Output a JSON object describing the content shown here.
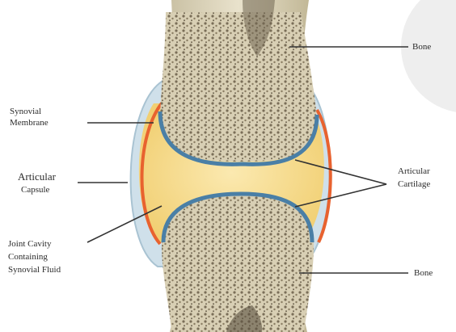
{
  "labels": {
    "bone_top": "Bone",
    "synovial_membrane_1": "Synovial",
    "synovial_membrane_2": "Membrane",
    "articular_capsule_1": "Articular",
    "articular_capsule_2": "Capsule",
    "articular_cartilage_1": "Articular",
    "articular_cartilage_2": "Cartilage",
    "joint_cavity_1": "Joint Cavity",
    "joint_cavity_2": "Containing",
    "joint_cavity_3": "Synovial Fluid",
    "bone_bottom": "Bone"
  },
  "colors": {
    "bone": "#d8cfb4",
    "bone_pores": "#6f6450",
    "cartilage": "#4a7fa6",
    "synovial_membrane": "#e8622f",
    "capsule": "#cfe0ea",
    "synovial_fluid": "#f5d98c",
    "background_circle": "#eeeeee",
    "leader_line": "#333333"
  }
}
